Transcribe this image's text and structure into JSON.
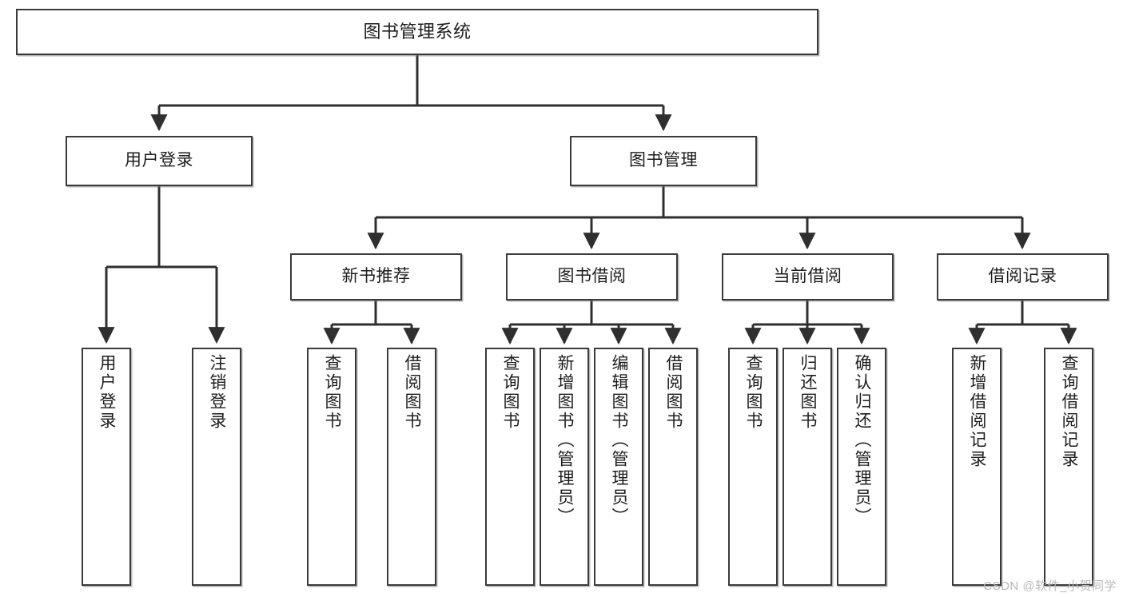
{
  "diagram": {
    "title": "图书管理系统",
    "type": "hierarchy-tree",
    "watermark": "CSDN @软件_小贺同学",
    "colors": {
      "box_border": "#3a3a3a",
      "box_fill": "#ffffff",
      "edge": "#2f2f2f",
      "text": "#1d1d1d",
      "watermark": "#b9b9b9"
    },
    "nodes": {
      "root": {
        "label": "图书管理系统"
      },
      "level2": [
        {
          "label": "用户登录"
        },
        {
          "label": "图书管理"
        }
      ],
      "level3": [
        {
          "label": "新书推荐"
        },
        {
          "label": "图书借阅"
        },
        {
          "label": "当前借阅"
        },
        {
          "label": "借阅记录"
        }
      ],
      "leaves": {
        "user_login": [
          {
            "label": "用户登录"
          },
          {
            "label": "注销登录"
          }
        ],
        "new_book_recommend": [
          {
            "label": "查询图书"
          },
          {
            "label": "借阅图书"
          }
        ],
        "book_borrow": [
          {
            "label": "查询图书"
          },
          {
            "label": "新增图书（管理员）"
          },
          {
            "label": "编辑图书（管理员）"
          },
          {
            "label": "借阅图书"
          }
        ],
        "current_borrow": [
          {
            "label": "查询图书"
          },
          {
            "label": "归还图书"
          },
          {
            "label": "确认归还（管理员）"
          }
        ],
        "borrow_record": [
          {
            "label": "新增借阅记录"
          },
          {
            "label": "查询借阅记录"
          }
        ]
      }
    }
  }
}
